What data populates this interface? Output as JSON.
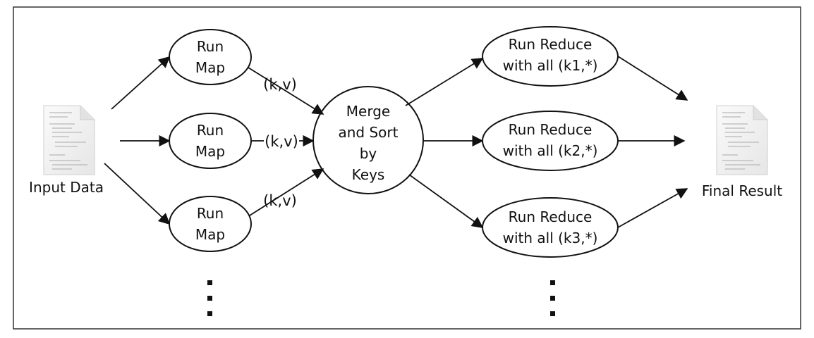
{
  "nodes": {
    "input": "Input Data",
    "map": [
      "Run",
      "Map"
    ],
    "merge": [
      "Merge",
      "and Sort",
      "by",
      "Keys"
    ],
    "reduce1": [
      "Run Reduce",
      "with all (k1,*)"
    ],
    "reduce2": [
      "Run Reduce",
      "with all (k2,*)"
    ],
    "reduce3": [
      "Run Reduce",
      "with all (k3,*)"
    ],
    "output": "Final Result"
  },
  "edge_label": "(k,v)",
  "icons": {
    "document": "document-icon"
  },
  "colors": {
    "stroke": "#111111",
    "frame": "#333333",
    "doc_fill": "#f4f4f4"
  }
}
